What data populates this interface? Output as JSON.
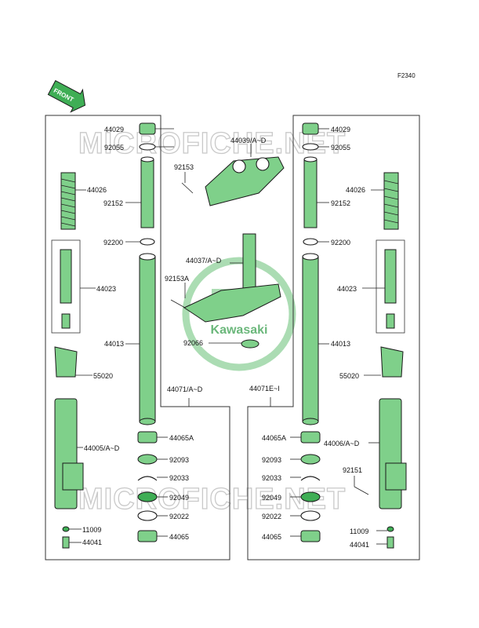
{
  "diagram": {
    "code": "F2340",
    "front_label": "FRONT",
    "watermark": "MICROFICHE.NET",
    "logo_text": "Kawasaki",
    "colors": {
      "part_fill": "#7fd08a",
      "part_dark": "#3fae55",
      "line": "#1a1a1a",
      "logo": "#3aa04f"
    },
    "labels": {
      "l44029": "44029",
      "l92055": "92055",
      "l44026": "44026",
      "l92152": "92152",
      "l92200": "92200",
      "l44023": "44023",
      "l44013": "44013",
      "l55020": "55020",
      "l44005": "44005/A~D",
      "l11009": "11009",
      "l44041": "44041",
      "l44071": "44071/A~D",
      "l44065A": "44065A",
      "l92093": "92093",
      "l92033": "92033",
      "l92049": "92049",
      "l92022": "92022",
      "l44065": "44065",
      "c44039": "44039/A~D",
      "c92153": "92153",
      "c44037": "44037/A~D",
      "c92153A": "92153A",
      "c92066": "92066",
      "r44029": "44029",
      "r92055": "92055",
      "r44026": "44026",
      "r92152": "92152",
      "r92200": "92200",
      "r44023": "44023",
      "r44013": "44013",
      "r55020": "55020",
      "r44071E": "44071E~I",
      "r44065A": "44065A",
      "r44006": "44006/A~D",
      "r92093": "92093",
      "r92151": "92151",
      "r92033": "92033",
      "r92049": "92049",
      "r92022": "92022",
      "r11009": "11009",
      "r44065": "44065",
      "r44041": "44041"
    }
  }
}
